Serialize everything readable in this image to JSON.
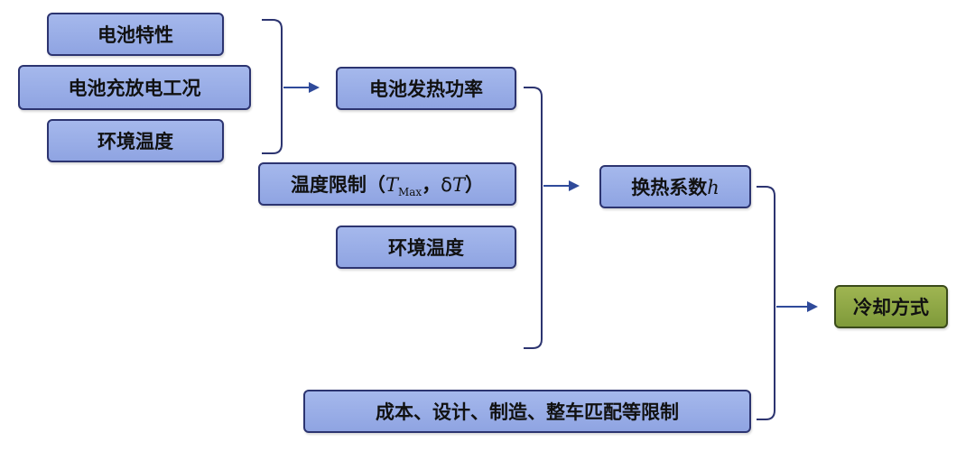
{
  "diagram": {
    "inputs_group1": [
      "电池特性",
      "电池充放电工况",
      "环境温度"
    ],
    "heat_power": "电池发热功率",
    "temp_limit": {
      "prefix": "温度限制（",
      "t_symbol": "T",
      "t_sub": "Max",
      "sep": "，",
      "delta": "δ",
      "t2": "T",
      "suffix": "）"
    },
    "env_temp2": "环境温度",
    "heat_coeff": {
      "label": "换热系数",
      "symbol": "h"
    },
    "constraints": "成本、设计、制造、整车匹配等限制",
    "cooling_method": "冷却方式"
  },
  "colors": {
    "box_fill": "#9aaee6",
    "box_border": "#2c3470",
    "result_fill": "#8ea847",
    "connector": "#2c3470",
    "arrow": "#2f4a9a"
  }
}
